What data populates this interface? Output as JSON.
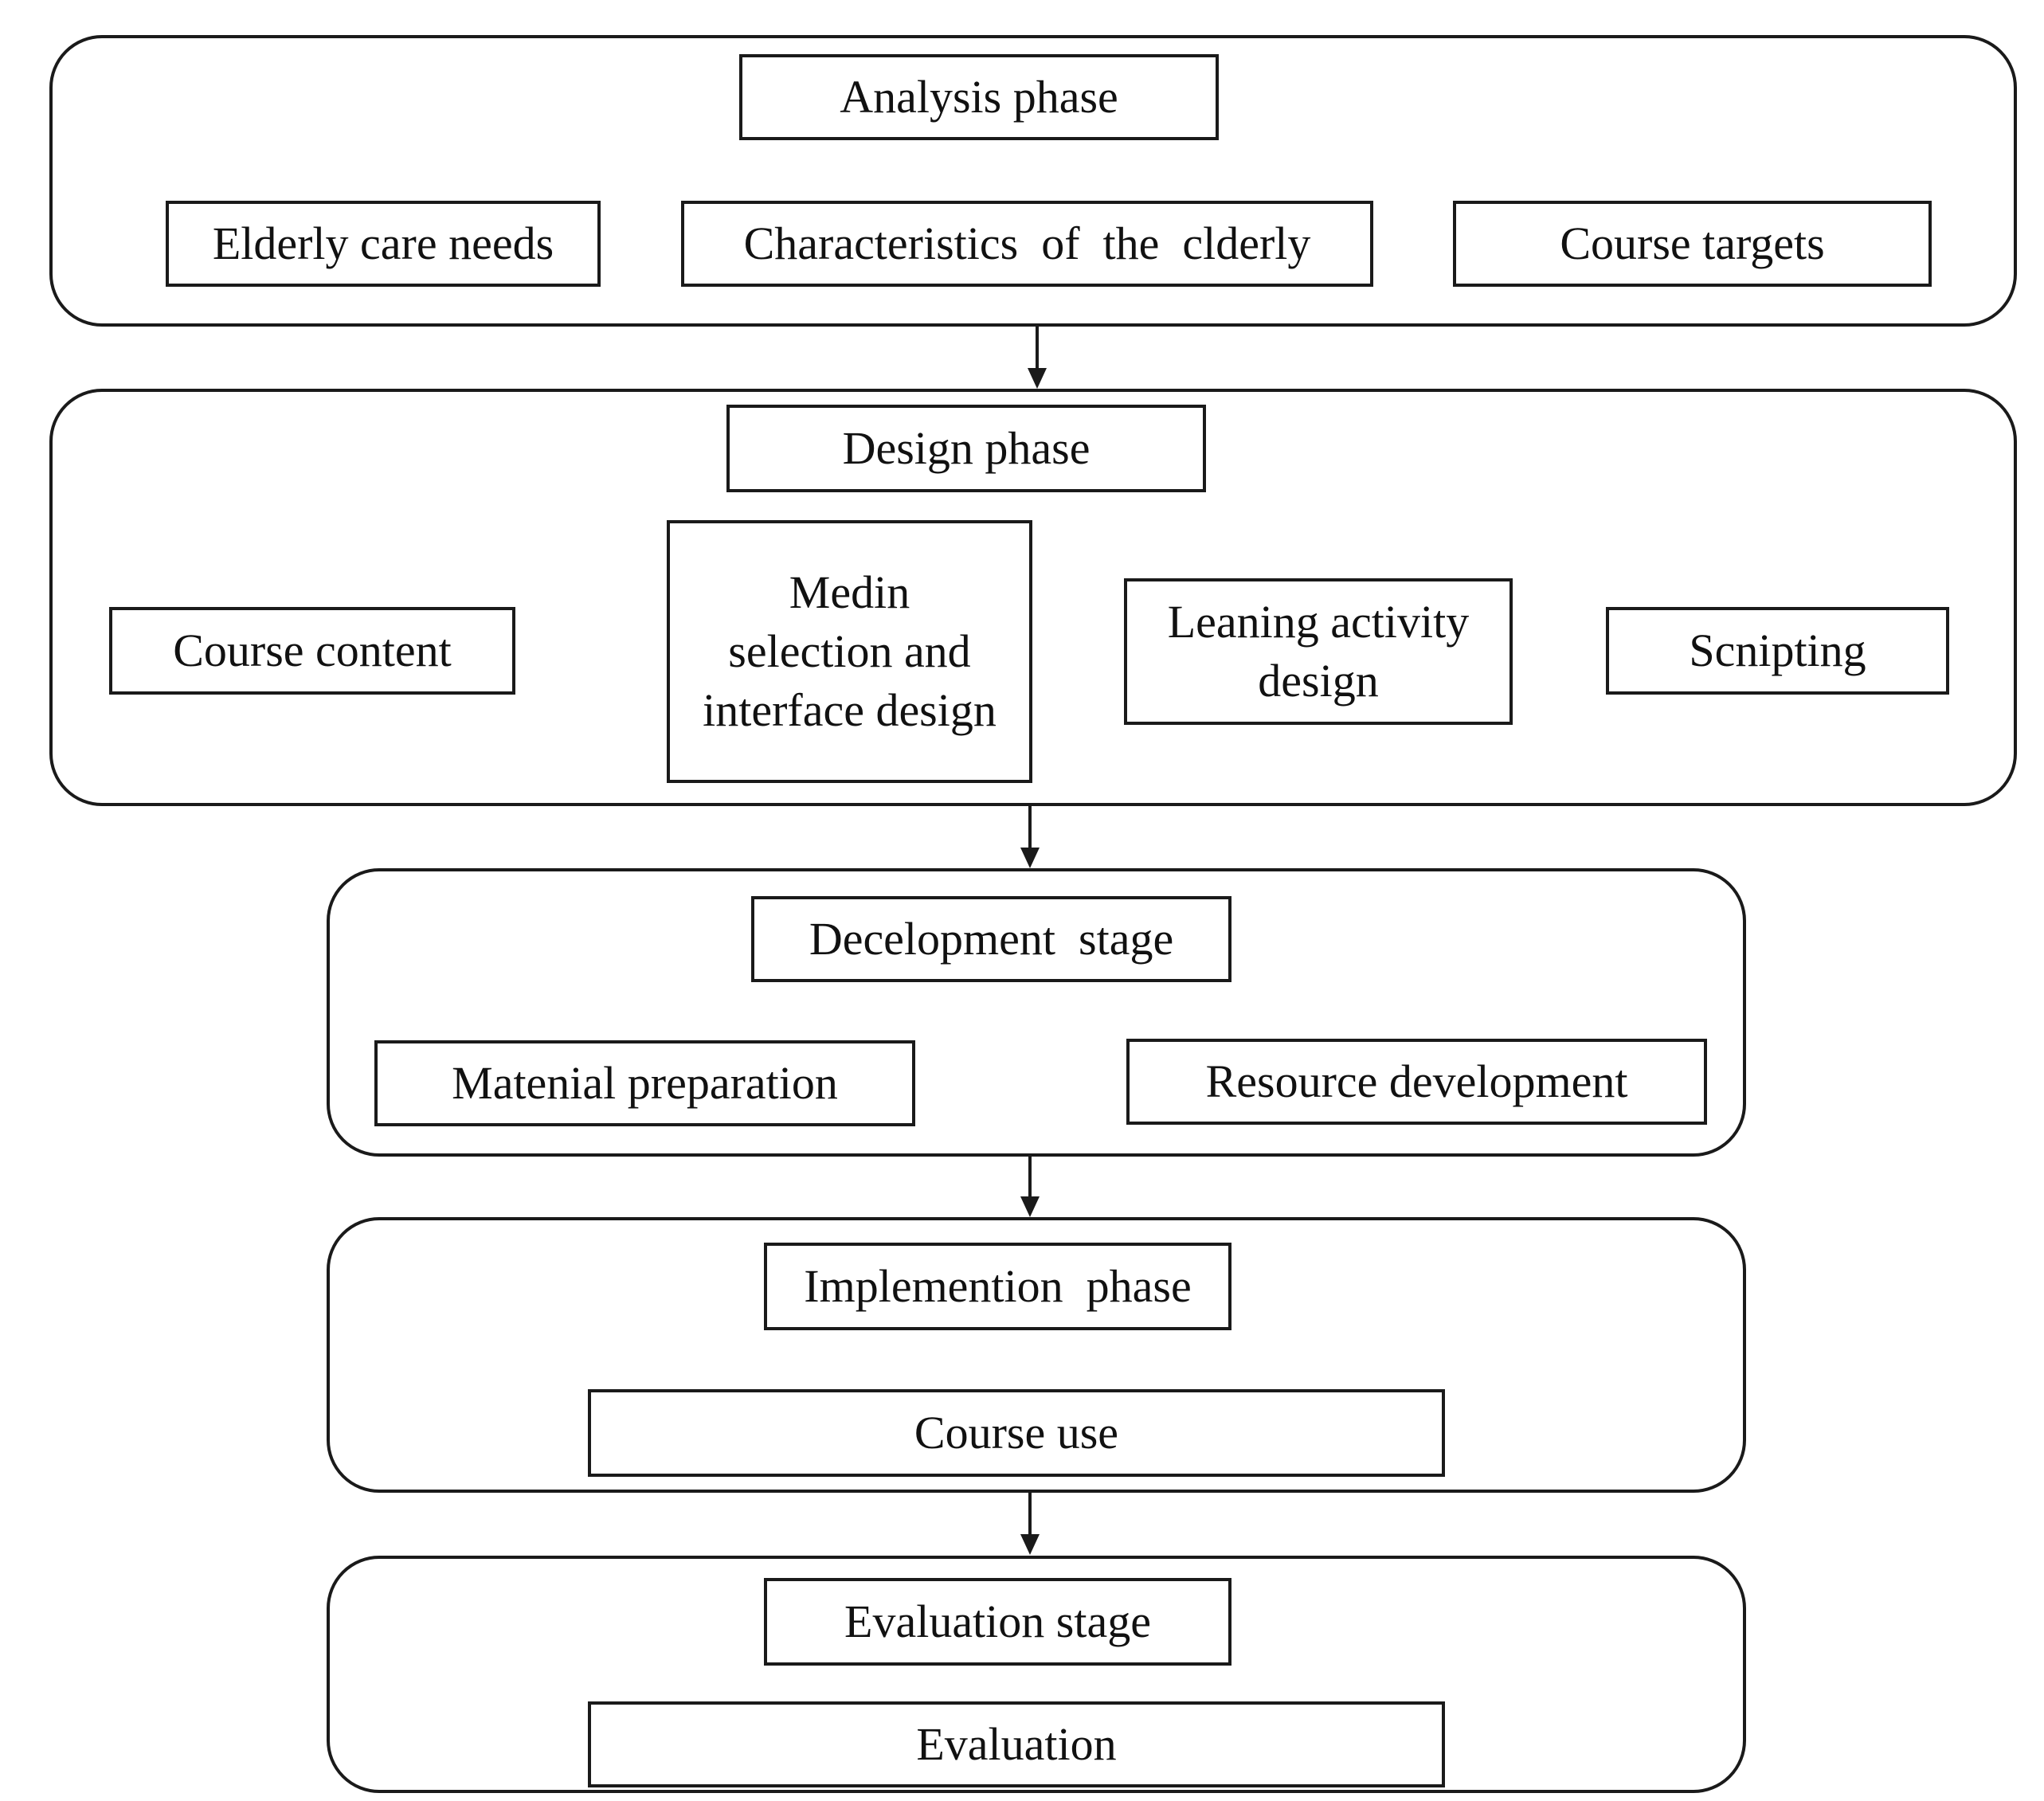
{
  "analysis": {
    "title": "Analysis phase",
    "items": [
      "Elderly care  needs",
      "Characteristics  of  the  clderly",
      "Course targets"
    ]
  },
  "design": {
    "title": "Design phase",
    "items": [
      "Course content",
      "Medin selection and interface design",
      "Leaning activity design",
      "Scnipting"
    ]
  },
  "development": {
    "title": "Decelopment  stage",
    "items": [
      "Matenial preparation",
      "Resource development"
    ]
  },
  "implementation": {
    "title": "Implemention  phase",
    "items": [
      "Course use"
    ]
  },
  "evaluation": {
    "title": "Evaluation stage",
    "items": [
      "Evaluation"
    ]
  }
}
